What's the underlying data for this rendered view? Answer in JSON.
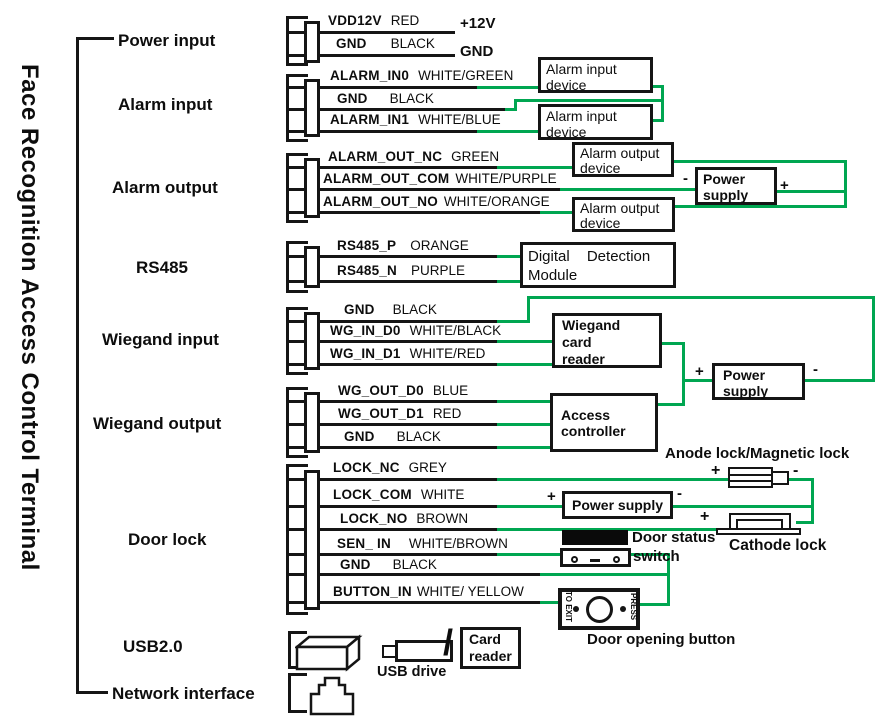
{
  "title": "Face Recognition Access Control Terminal",
  "colors": {
    "wire_green": "#00A651",
    "ink": "#151515"
  },
  "symbols": {
    "plus": "+",
    "minus": "-",
    "slash": "/"
  },
  "sections": {
    "power_input": "Power input",
    "alarm_input": "Alarm input",
    "alarm_output": "Alarm output",
    "rs485": "RS485",
    "wiegand_input": "Wiegand input",
    "wiegand_output": "Wiegand output",
    "door_lock": "Door lock",
    "usb": "USB2.0",
    "network_interface": "Network interface"
  },
  "power_input": {
    "pins": [
      {
        "name": "VDD12V",
        "color": "RED"
      },
      {
        "name": "GND",
        "color": "BLACK"
      }
    ],
    "terminal": {
      "v12": "+12V",
      "gnd": "GND"
    }
  },
  "alarm_input": {
    "pins": [
      {
        "name": "ALARM_IN0",
        "color": "WHITE/GREEN"
      },
      {
        "name": "GND",
        "color": "BLACK"
      },
      {
        "name": "ALARM_IN1",
        "color": "WHITE/BLUE"
      }
    ],
    "device": "Alarm input device"
  },
  "alarm_output": {
    "pins": [
      {
        "name": "ALARM_OUT_NC",
        "color": "GREEN"
      },
      {
        "name": "ALARM_OUT_COM",
        "color": "WHITE/PURPLE"
      },
      {
        "name": "ALARM_OUT_NO",
        "color": "WHITE/ORANGE"
      }
    ],
    "device": "Alarm output device",
    "power_supply": "Power supply"
  },
  "rs485": {
    "pins": [
      {
        "name": "RS485_P",
        "color": "ORANGE"
      },
      {
        "name": "RS485_N",
        "color": "PURPLE"
      }
    ],
    "device": "Digital Detection Module"
  },
  "wiegand_input": {
    "pins": [
      {
        "name": "GND",
        "color": "BLACK"
      },
      {
        "name": "WG_IN_D0",
        "color": "WHITE/BLACK"
      },
      {
        "name": "WG_IN_D1",
        "color": "WHITE/RED"
      }
    ],
    "device": "Wiegand card reader",
    "power_supply": "Power supply"
  },
  "wiegand_output": {
    "pins": [
      {
        "name": "WG_OUT_D0",
        "color": "BLUE"
      },
      {
        "name": "WG_OUT_D1",
        "color": "RED"
      },
      {
        "name": "GND",
        "color": "BLACK"
      }
    ],
    "device": "Access controller"
  },
  "door_lock": {
    "pins": [
      {
        "name": "LOCK_NC",
        "color": "GREY"
      },
      {
        "name": "LOCK_COM",
        "color": "WHITE"
      },
      {
        "name": "LOCK_NO",
        "color": "BROWN"
      },
      {
        "name": "SEN_ IN",
        "color": "WHITE/BROWN"
      },
      {
        "name": "GND",
        "color": "BLACK"
      },
      {
        "name": "BUTTON_IN",
        "color": "WHITE/ YELLOW"
      }
    ],
    "power_supply": "Power supply",
    "anode_lock_label": "Anode lock/Magnetic lock",
    "cathode_lock_label": "Cathode lock",
    "door_status_label": "Door status",
    "door_status_label2": "switch",
    "button_label": "Door opening button",
    "button_left_text": "TO EXIT",
    "button_right_text": "PRESS"
  },
  "usb": {
    "drive_label": "USB drive",
    "card_reader": "Card reader"
  }
}
